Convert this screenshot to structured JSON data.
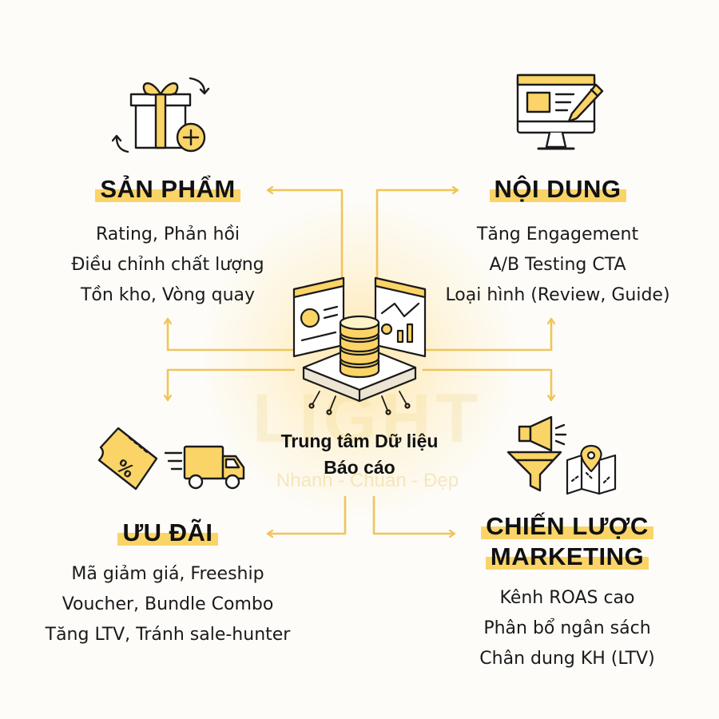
{
  "center": {
    "line1": "Trung tâm Dữ liệu",
    "line2": "Báo cáo"
  },
  "watermark": {
    "brand": "LIGHT",
    "slogan": "Nhanh - Chuẩn - Đẹp"
  },
  "nodes": {
    "san_pham": {
      "title": "SẢN PHẨM",
      "lines": [
        "Rating, Phản hồi",
        "Điều chỉnh chất lượng",
        "Tồn kho, Vòng quay"
      ]
    },
    "noi_dung": {
      "title": "NỘI DUNG",
      "lines": [
        "Tăng Engagement",
        "A/B Testing CTA",
        "Loại hình (Review, Guide)"
      ]
    },
    "uu_dai": {
      "title": "ƯU ĐÃI",
      "lines": [
        "Mã giảm giá, Freeship",
        "Voucher, Bundle Combo",
        "Tăng LTV, Tránh sale-hunter"
      ]
    },
    "chien_luoc": {
      "title_line1": "CHIẾN LƯỢC",
      "title_line2": "MARKETING",
      "lines": [
        "Kênh ROAS cao",
        "Phân bổ ngân sách",
        "Chân dung KH (LTV)"
      ]
    }
  },
  "icons": {
    "san_pham": "gift-box-icon",
    "noi_dung": "monitor-edit-icon",
    "uu_dai_1": "discount-ticket-icon",
    "uu_dai_2": "delivery-truck-icon",
    "chien_luoc_1": "megaphone-funnel-icon",
    "chien_luoc_2": "map-pin-icon",
    "center": "data-server-icon"
  },
  "colors": {
    "accent": "#fbd467",
    "arrow": "#f0c559",
    "outline": "#1a1a1a"
  }
}
